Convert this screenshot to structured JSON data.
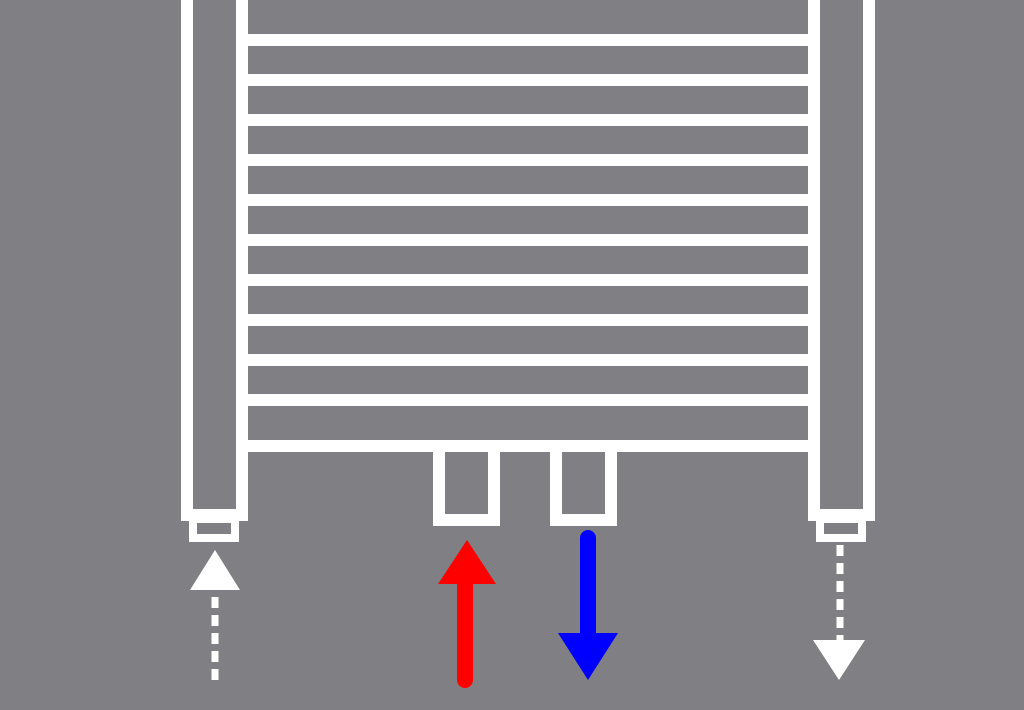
{
  "colors": {
    "background": "#808084",
    "frame": "#ffffff",
    "supply_arrow": "#ff0000",
    "return_arrow": "#0000ff",
    "auxiliary_arrow": "#ffffff"
  },
  "radiator": {
    "rail_count": 10,
    "left_post": {
      "cap": "bottom-connector"
    },
    "right_post": {
      "cap": "bottom-connector"
    },
    "valve_connections": 2
  },
  "flow_arrows": [
    {
      "name": "left-post-inflow",
      "direction": "up",
      "style": "dashed",
      "color": "#ffffff"
    },
    {
      "name": "supply-inflow",
      "direction": "up",
      "style": "solid",
      "color": "#ff0000"
    },
    {
      "name": "return-outflow",
      "direction": "down",
      "style": "solid",
      "color": "#0000ff"
    },
    {
      "name": "right-post-outflow",
      "direction": "down",
      "style": "dashed",
      "color": "#ffffff"
    }
  ]
}
